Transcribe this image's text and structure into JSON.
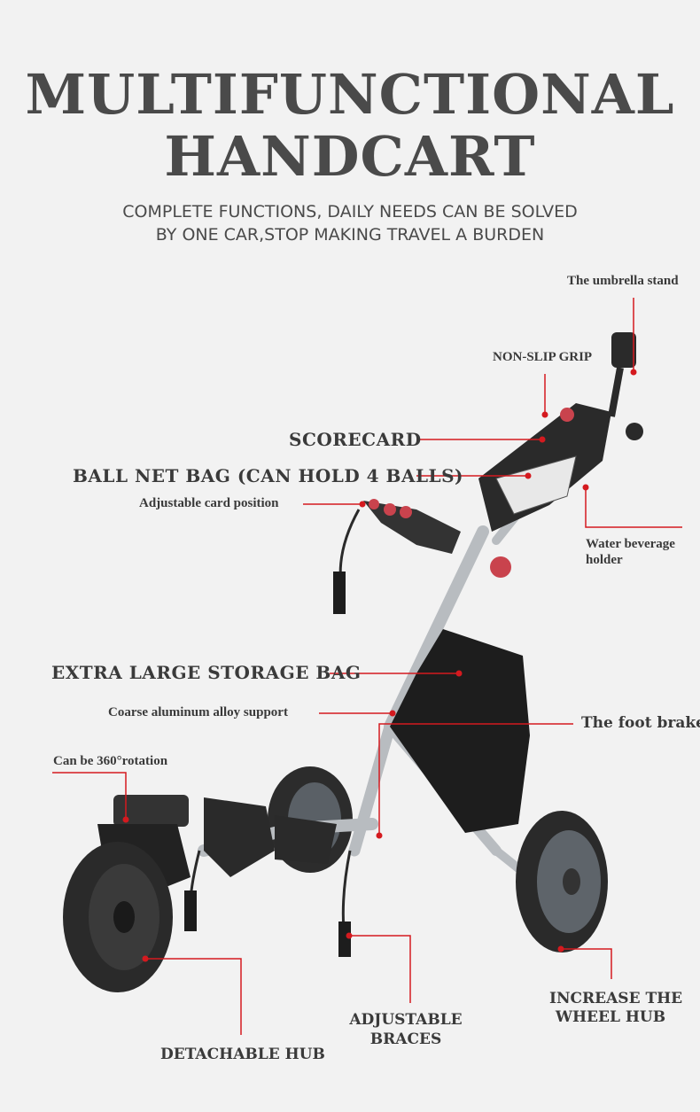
{
  "title": {
    "line1": "MULTIFUNCTIONAL",
    "line2": "HANDCART"
  },
  "subtitle": {
    "line1": "COMPLETE FUNCTIONS, DAILY NEEDS CAN BE SOLVED",
    "line2": "BY ONE CAR,STOP MAKING TRAVEL A BURDEN"
  },
  "labels": {
    "umbrella_stand": "The umbrella stand",
    "non_slip_grip": "NON-SLIP GRIP",
    "scorecard": "SCORECARD",
    "ball_net_bag": "BALL NET BAG (CAN HOLD 4 BALLS)",
    "adjustable_card": "Adjustable card position",
    "water_holder_1": "Water beverage",
    "water_holder_2": "holder",
    "storage_bag": "EXTRA LARGE STORAGE BAG",
    "aluminum_support": "Coarse aluminum alloy support",
    "foot_brake": "The foot brake",
    "rotation": "Can be 360°rotation",
    "wheel_hub_1": "INCREASE THE",
    "wheel_hub_2": "WHEEL HUB",
    "braces_1": "ADJUSTABLE",
    "braces_2": "BRACES",
    "detachable_hub": "DETACHABLE HUB"
  },
  "colors": {
    "accent": "#d41a1f",
    "text": "#4a4a4a",
    "background": "#f2f2f2"
  },
  "icons": [
    "golf-push-cart-illustration"
  ]
}
